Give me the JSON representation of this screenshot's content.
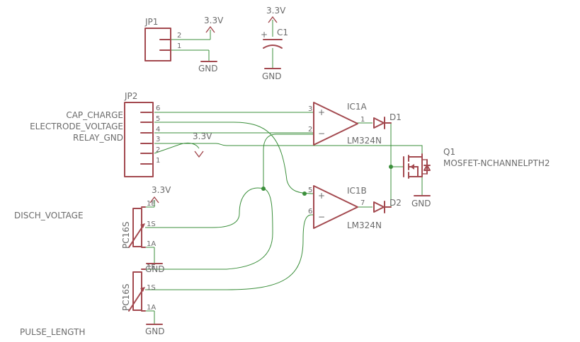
{
  "supplies": {
    "vcc": "3.3V",
    "gnd": "GND"
  },
  "jp1": {
    "name": "JP1",
    "pin1": "1",
    "pin2": "2"
  },
  "c1": {
    "name": "C1",
    "plus": "+"
  },
  "jp2": {
    "name": "JP2",
    "pins": [
      "6",
      "5",
      "4",
      "3",
      "2",
      "1"
    ]
  },
  "nets": {
    "cap_charge": "CAP_CHARGE",
    "electrode_voltage": "ELECTRODE_VOLTAGE",
    "relay_gnd": "RELAY_GND",
    "disch_voltage": "DISCH_VOLTAGE",
    "pulse_length": "PULSE_LENGTH"
  },
  "ic1a": {
    "name": "IC1A",
    "value": "LM324N",
    "pin_plus": "3",
    "pin_minus": "2",
    "pin_out": "1",
    "plus": "+",
    "minus": "−"
  },
  "ic1b": {
    "name": "IC1B",
    "value": "LM324N",
    "pin_plus": "5",
    "pin_minus": "6",
    "pin_out": "7",
    "plus": "+",
    "minus": "−"
  },
  "d1": {
    "name": "D1"
  },
  "d2": {
    "name": "D2"
  },
  "q1": {
    "name": "Q1",
    "value": "MOSFET-NCHANNELPTH2"
  },
  "pot_top": {
    "value": "PC16S",
    "pin_e": "1E",
    "pin_s": "1S",
    "pin_a": "1A"
  },
  "pot_bottom": {
    "value": "PC16S",
    "pin_e": "1E",
    "pin_s": "1S",
    "pin_a": "1A"
  }
}
